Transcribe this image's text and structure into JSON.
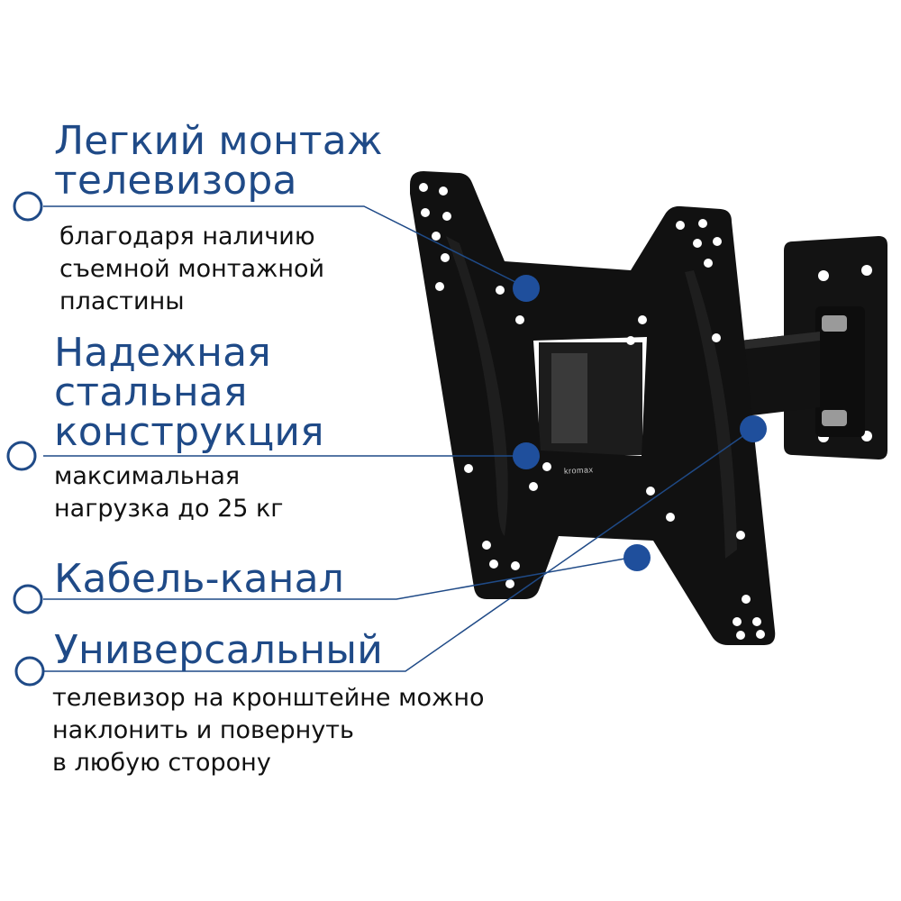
{
  "features": [
    {
      "title_lines": [
        "Легкий монтаж",
        "телевизора"
      ],
      "desc_lines": [
        "благодаря наличию",
        "съемной монтажной",
        "пластины"
      ]
    },
    {
      "title_lines": [
        "Надежная",
        "стальная",
        "конструкция"
      ],
      "desc_lines": [
        "максимальная",
        "нагрузка до 25 кг"
      ]
    },
    {
      "title_lines": [
        "Кабель-канал"
      ],
      "desc_lines": []
    },
    {
      "title_lines": [
        "Универсальный"
      ],
      "desc_lines": [
        "телевизор на кронштейне можно",
        "наклонить и повернуть",
        "в любую сторону"
      ]
    }
  ],
  "brand_logo": "kromax",
  "colors": {
    "accent": "#1f4a87",
    "dot": "#1f4f9c",
    "bracket": "#111111",
    "text": "#111111"
  },
  "icons": [
    "callout-ring-icon",
    "callout-dot-icon"
  ]
}
